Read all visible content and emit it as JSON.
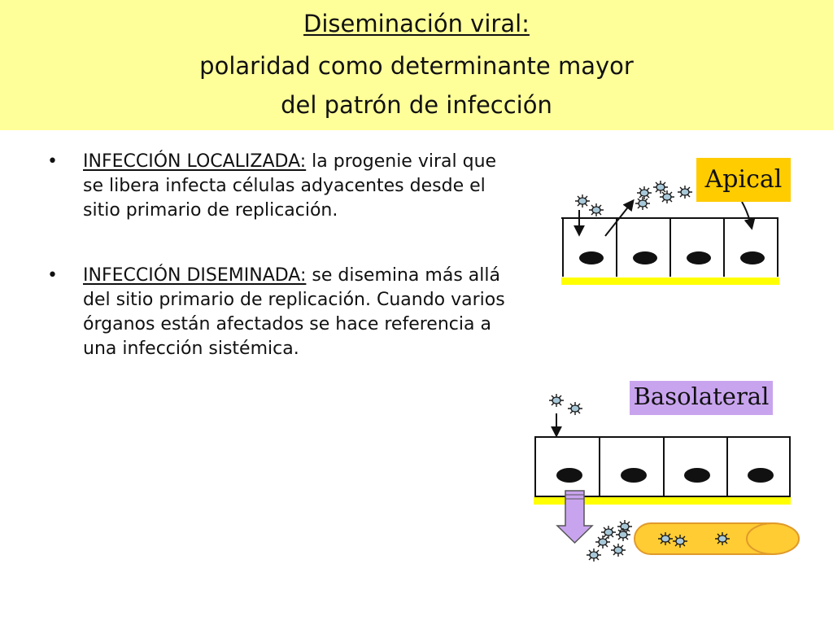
{
  "title": {
    "line1": "Diseminación viral:",
    "line2": "polaridad como determinante mayor",
    "line3": "del patrón de infección"
  },
  "bullets": [
    {
      "term": "INFECCIÓN LOCALIZADA:",
      "text": " la progenie viral que se libera infecta células adyacentes desde el sitio primario de replicación."
    },
    {
      "term": "INFECCIÓN DISEMINADA:",
      "text": " se disemina más allá del sitio primario de replicación. Cuando varios órganos están afectados se hace referencia a una infección sistémica."
    }
  ],
  "bullet_symbol": "•",
  "diagram": {
    "apical_label": "Apical",
    "basolateral_label": "Basolateral"
  },
  "colors": {
    "title_band": "#ffff99",
    "apical_label_bg": "#ffcc00",
    "basolateral_label_bg": "#c9a4ee",
    "membrane": "#ffff00",
    "vessel": "#ffcc33",
    "arrow_fill": "#c9a4ee",
    "virus": "#a8c8d8"
  }
}
